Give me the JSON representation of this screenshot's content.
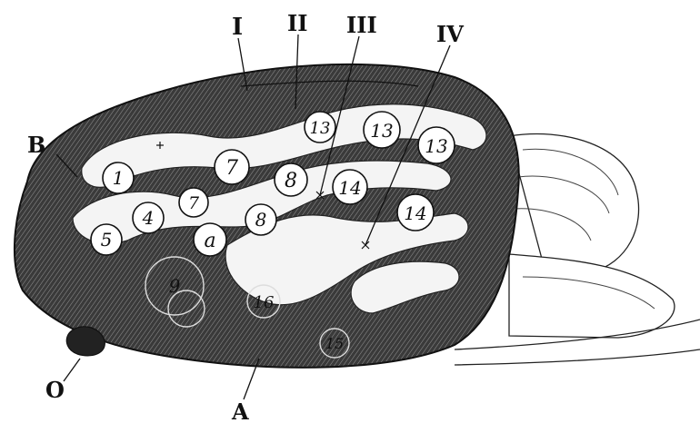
{
  "diagram": {
    "lobe_labels": {
      "I": "I",
      "II": "II",
      "III": "III",
      "IV": "IV",
      "B": "B",
      "O": "O",
      "A": "A"
    },
    "regions": [
      {
        "id": "r1",
        "label": "1"
      },
      {
        "id": "r4",
        "label": "4"
      },
      {
        "id": "r5",
        "label": "5"
      },
      {
        "id": "r7a",
        "label": "7"
      },
      {
        "id": "r7b",
        "label": "7"
      },
      {
        "id": "ra",
        "label": "a"
      },
      {
        "id": "r8a",
        "label": "8"
      },
      {
        "id": "r8b",
        "label": "8"
      },
      {
        "id": "r9",
        "label": "9"
      },
      {
        "id": "r16",
        "label": "16"
      },
      {
        "id": "r13a",
        "label": "13"
      },
      {
        "id": "r13b",
        "label": "13"
      },
      {
        "id": "r13c",
        "label": "13"
      },
      {
        "id": "r14a",
        "label": "14"
      },
      {
        "id": "r14b",
        "label": "14"
      },
      {
        "id": "r15",
        "label": "15"
      }
    ]
  }
}
